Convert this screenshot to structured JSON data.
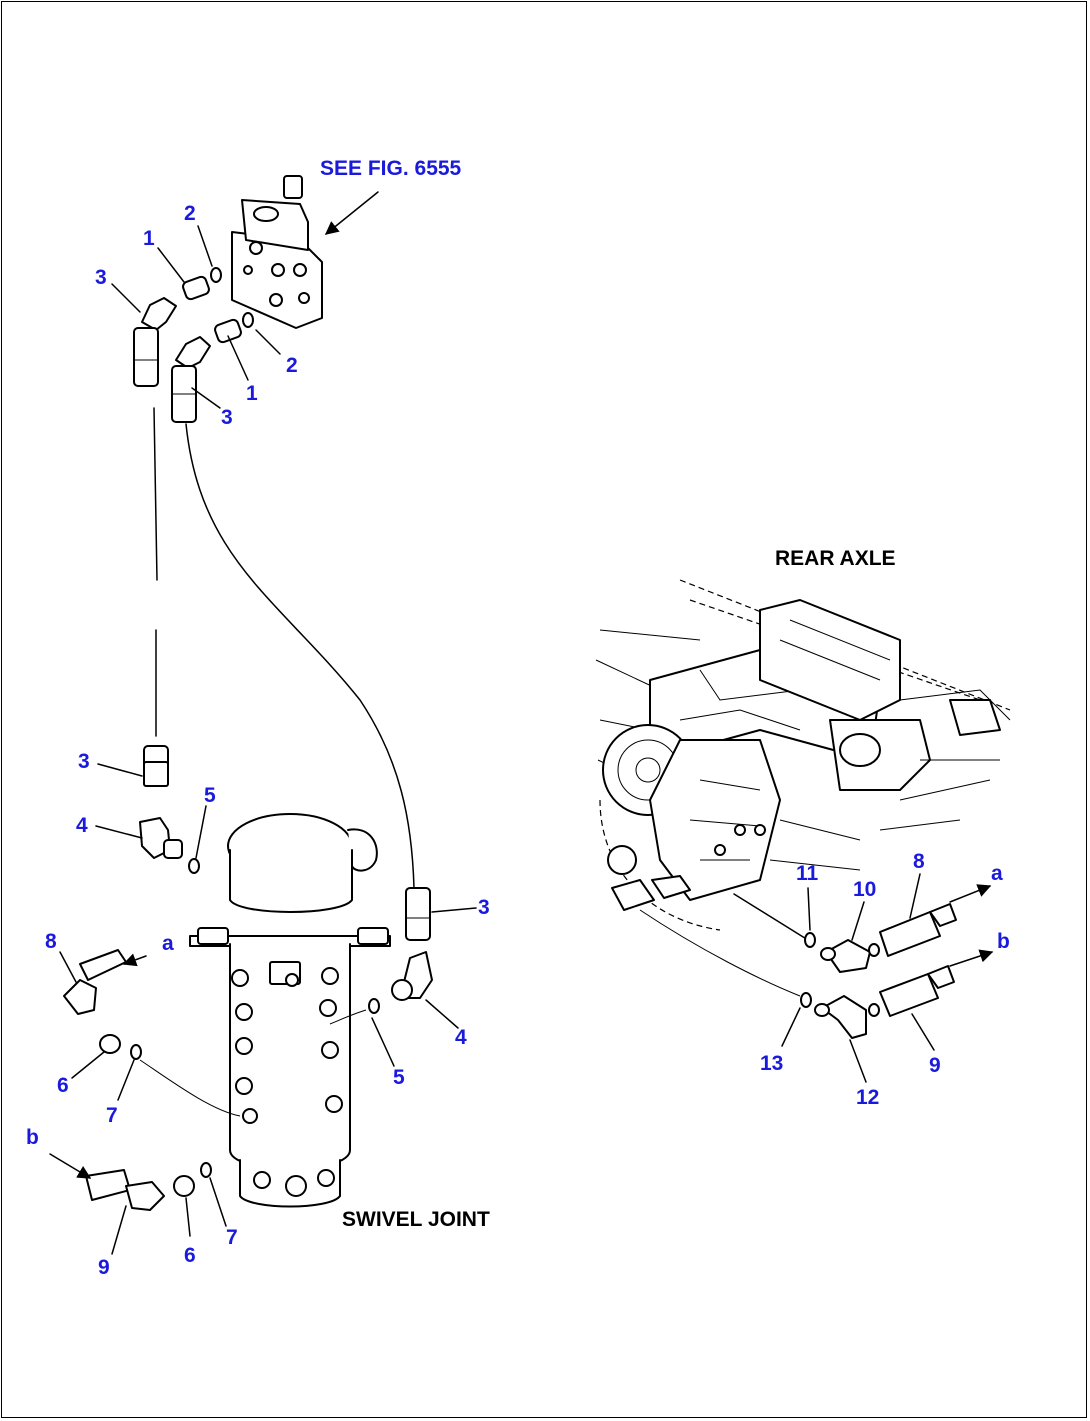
{
  "header": {
    "ref_label": "SEE FIG. 6555"
  },
  "captions": {
    "rear_axle": "REAR AXLE",
    "swivel_joint": "SWIVEL JOINT"
  },
  "callouts": {
    "n1": "1",
    "n2": "2",
    "n3": "3",
    "n4": "4",
    "n5": "5",
    "n6": "6",
    "n7": "7",
    "n8": "8",
    "n9": "9",
    "n10": "10",
    "n11": "11",
    "n12": "12",
    "n13": "13"
  },
  "connections": {
    "a": "a",
    "b": "b"
  },
  "colors": {
    "callout": "#1a1adc",
    "line": "#000000"
  }
}
